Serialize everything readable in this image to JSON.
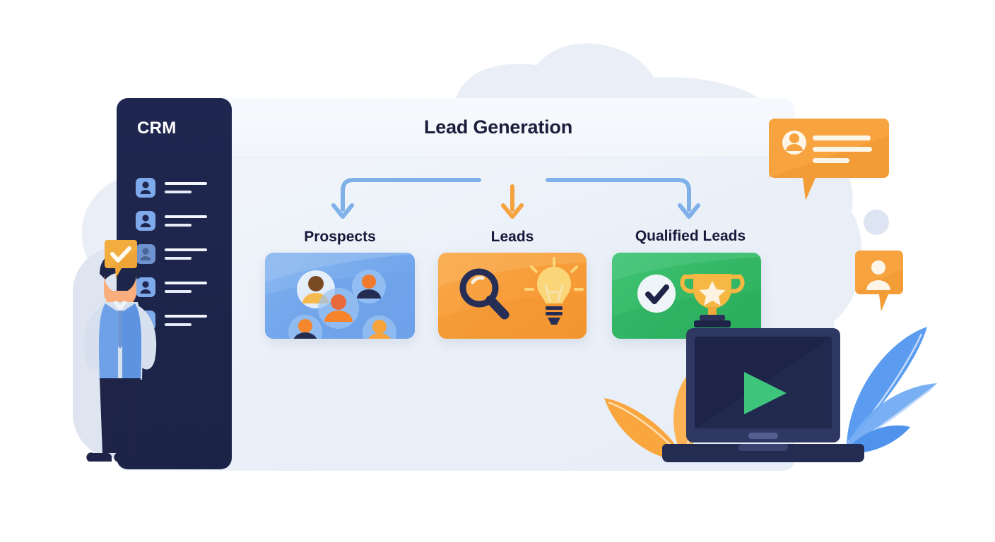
{
  "app": {
    "sidebar": {
      "brand": "CRM",
      "items": [
        {
          "name": "contact-row-1",
          "icon": "user-avatar-icon",
          "state": "active"
        },
        {
          "name": "contact-row-2",
          "icon": "user-avatar-icon",
          "state": "active"
        },
        {
          "name": "contact-row-3",
          "icon": "user-avatar-icon",
          "state": "dimmed"
        },
        {
          "name": "contact-row-4",
          "icon": "user-avatar-icon",
          "state": "active"
        },
        {
          "name": "contact-row-5",
          "icon": "user-avatar-icon",
          "state": "active"
        }
      ]
    },
    "header": {
      "title": "Lead Generation"
    },
    "funnel": {
      "stages": [
        {
          "label": "Prospects",
          "color": "#74a8ec",
          "icon": "people-group-icon",
          "arrow": "elbow-down-left",
          "arrow_color": "#7fb0e8"
        },
        {
          "label": "Leads",
          "color": "#f79c39",
          "icon": "magnifier-lightbulb-icon",
          "arrow": "straight-down",
          "arrow_color": "#f5a33e"
        },
        {
          "label": "Qualified Leads",
          "color": "#33b765",
          "icon": "check-trophy-icon",
          "arrow": "elbow-down-right",
          "arrow_color": "#7fb0e8"
        }
      ]
    },
    "decorations": {
      "message_bubble_large": {
        "icon": "user-message-bubble-icon",
        "color": "#f7a33f",
        "lines": 3
      },
      "message_bubble_small": {
        "icon": "user-bubble-icon",
        "color": "#f7a33f"
      },
      "accent_dot": {
        "color": "#dde4f2"
      },
      "approval_badge": {
        "icon": "check-badge-icon",
        "color": "#f2a93b"
      },
      "persona": {
        "name": "sales-person-illustration"
      },
      "laptop": {
        "name": "laptop-video-illustration",
        "screen_icon": "play-button-icon",
        "play_color": "#3fc47c"
      },
      "leaves_left": {
        "color": "#f9a94a"
      },
      "leaves_right": {
        "color": "#5b9cf0"
      }
    },
    "colors": {
      "sidebar_bg": "#1f2750",
      "panel_bg": "#eef3fa",
      "title_text": "#1b1f3b",
      "accent_blue": "#74a8ec",
      "accent_orange": "#f79c39",
      "accent_green": "#33b765",
      "laptop_body": "#2b3259"
    }
  }
}
